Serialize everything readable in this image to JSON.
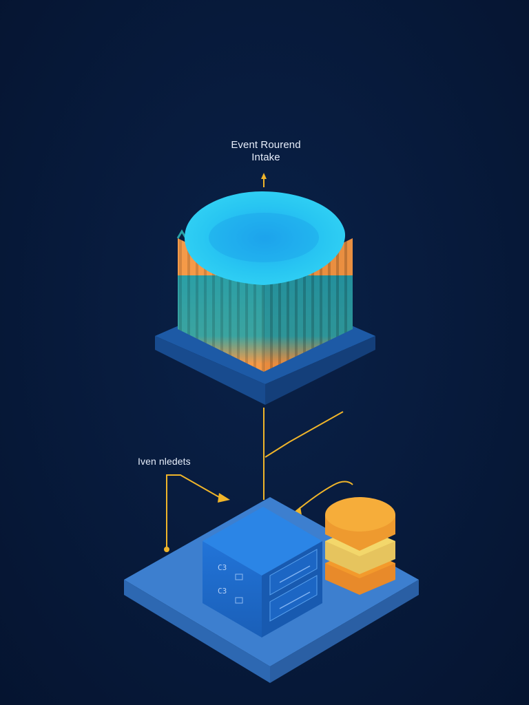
{
  "diagram": {
    "intake_label": {
      "line1": "Event Rourend",
      "line2": "Intake"
    },
    "nodes_label": "Iven nledets",
    "server_labels": {
      "row1": "C3",
      "row2": "C3"
    },
    "colors": {
      "background": "#061838",
      "connector": "#f0b52a",
      "intake_top": "#28c6f2",
      "intake_teal": "#2b9fa6",
      "intake_orange": "#f59a48",
      "base_blue": "#1d5aa6",
      "node_platform": "#3d7fcf",
      "server_blue": "#1f6fd1",
      "disk_orange": "#f39a2c",
      "disk_yellow": "#f3d76b"
    },
    "icons": [
      "intake-cylinder-icon",
      "server-cube-icon",
      "disk-stack-icon",
      "arrow-up-icon"
    ]
  }
}
